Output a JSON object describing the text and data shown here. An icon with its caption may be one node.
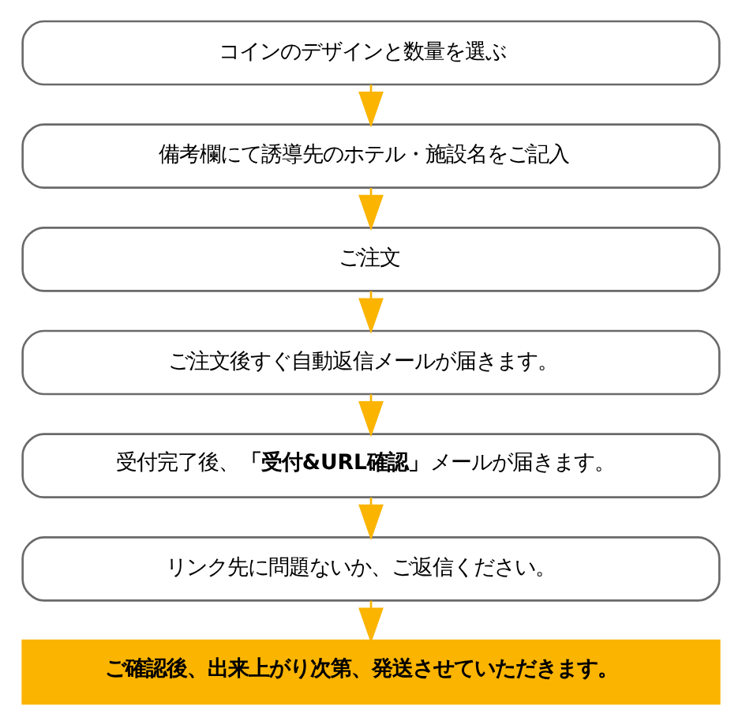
{
  "diagram": {
    "nodes": [
      {
        "text": [
          "コインのデザインと数量を選ぶ"
        ]
      },
      {
        "text": [
          "備考欄にて誘導先のホテル・施設名をご記入"
        ]
      },
      {
        "text": [
          "ご注文"
        ]
      },
      {
        "text": [
          "ご注文後すぐ自動返信メールが届きます。"
        ]
      },
      {
        "text": [
          "受付完了後、**「受付&URL確認」**メールが届きます。"
        ]
      },
      {
        "text": [
          "リンク先に問題ないか、ご返信ください。"
        ]
      },
      {
        "text": [
          "ご確認後、出来上がり次第、発送させていただきます。"
        ]
      }
    ],
    "edges": [
      {
        "from": 0,
        "to": 1,
        "arrow": "to"
      },
      {
        "from": 1,
        "to": 2,
        "arrow": "to"
      },
      {
        "from": 2,
        "to": 3,
        "arrow": "to"
      },
      {
        "from": 3,
        "to": 4,
        "arrow": "to"
      },
      {
        "from": 4,
        "to": 5,
        "arrow": "to"
      },
      {
        "from": 5,
        "to": 6,
        "arrow": "to"
      }
    ]
  }
}
